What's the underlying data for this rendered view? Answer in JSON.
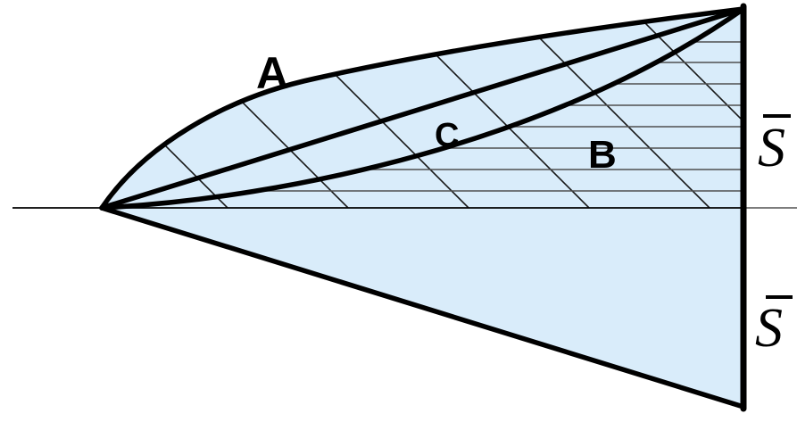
{
  "figure": {
    "kind": "lens-diagram",
    "regions": [
      {
        "id": "A",
        "description": "area between upper concave curve and straight chord, blue fill with diagonal hatching"
      },
      {
        "id": "C",
        "description": "area between straight chord and lower convex curve, blue fill with diagonal hatching"
      },
      {
        "id": "B",
        "description": "area between lower convex curve and horizontal axis, blue fill with diagonal and horizontal hatching"
      },
      {
        "id": "lower-triangle",
        "description": "plain blue triangle below the horizontal axis"
      }
    ]
  },
  "labels": {
    "curve_a": "A",
    "region_b": "B",
    "curve_c": "C",
    "s_upper": "S",
    "s_upper_has_overbar": true,
    "s_lower": "S",
    "s_lower_has_overbar": true
  },
  "colors": {
    "background": "#ffffff",
    "region_fill": "#d9ecfa",
    "outline": "#000000",
    "diagonal_hatch": "#161616",
    "horizontal_hatch": "#4f4f4f",
    "axis": "#000000",
    "axis_right_segment": "#7d7d7d"
  }
}
